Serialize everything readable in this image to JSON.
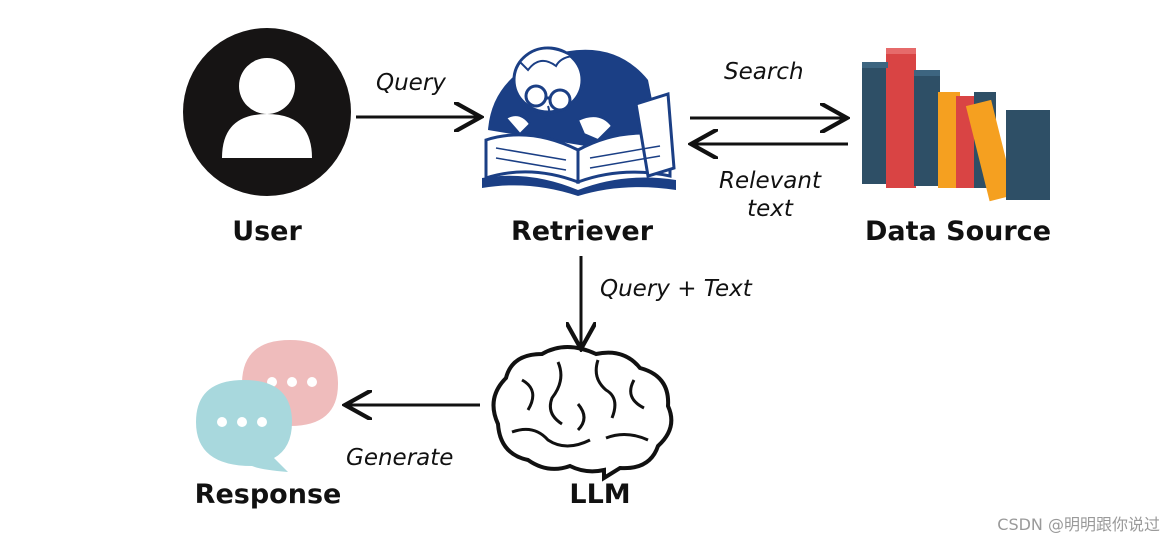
{
  "nodes": {
    "user": "User",
    "retriever": "Retriever",
    "data_source": "Data Source",
    "llm": "LLM",
    "response": "Response"
  },
  "edges": {
    "query": "Query",
    "search": "Search",
    "relevant_text": "Relevant\ntext",
    "query_text": "Query + Text",
    "generate": "Generate"
  },
  "watermark": "CSDN @明明跟你说过",
  "colors": {
    "ink": "#111111",
    "retriever_blue": "#1b3f85",
    "book_navy": "#2e4f66",
    "book_red": "#d94444",
    "book_orange": "#f5a020",
    "bubble_pink": "#efbcbc",
    "bubble_teal": "#a8d8dd"
  },
  "icons": {
    "user": "user-avatar-icon",
    "retriever": "reading-person-icon",
    "data_source": "books-icon",
    "llm": "brain-icon",
    "response": "chat-bubbles-icon"
  }
}
